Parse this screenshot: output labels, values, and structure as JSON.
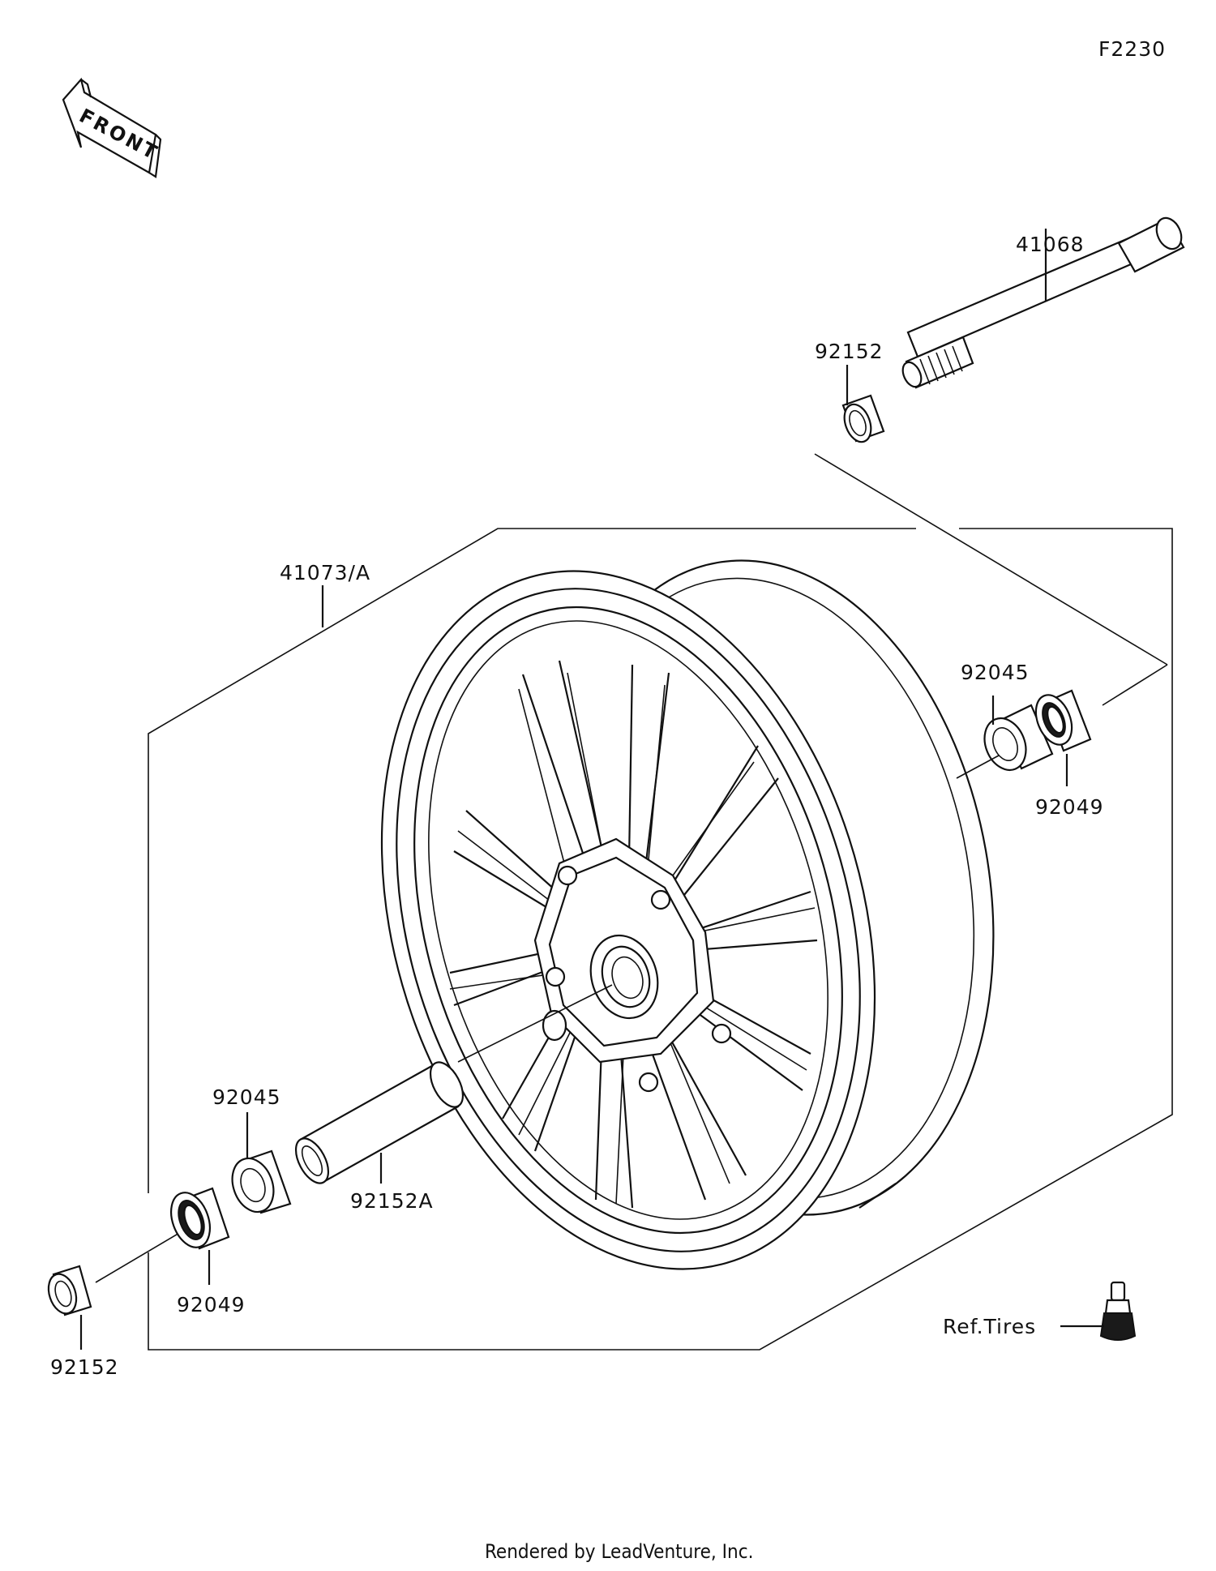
{
  "diagram_code": "F2230",
  "front_indicator": "FRONT",
  "parts": {
    "axle": "41068",
    "collar_top": "92152",
    "wheel_assembly": "41073/A",
    "bearing_right": "92045",
    "seal_right": "92049",
    "bearing_left": "92045",
    "collar_pipe": "92152A",
    "seal_left": "92049",
    "collar_left": "92152"
  },
  "reference_note": "Ref.Tires",
  "footer": "Rendered by LeadVenture, Inc."
}
